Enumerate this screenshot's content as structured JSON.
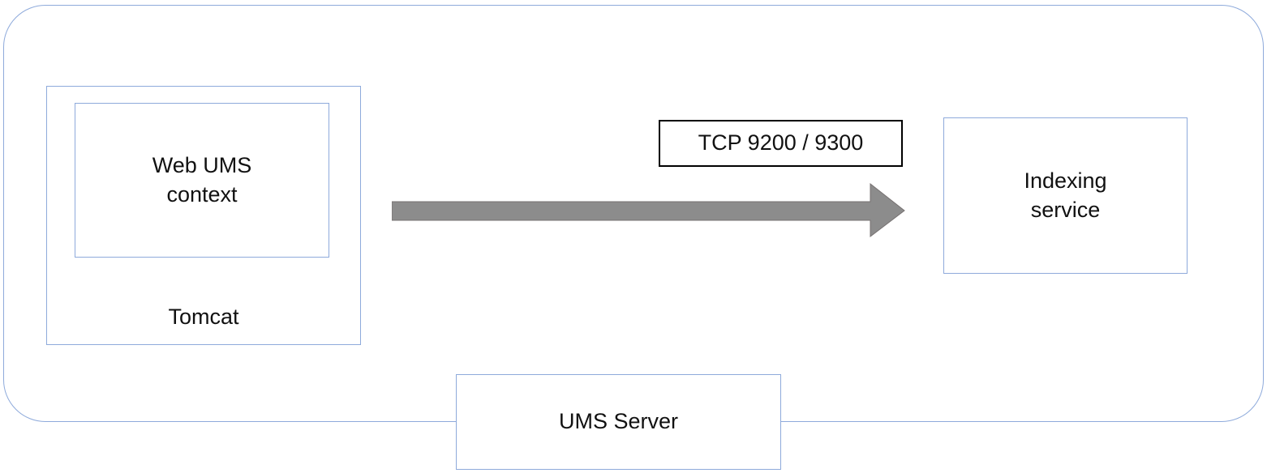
{
  "diagram": {
    "nodes": {
      "web_ums_context": {
        "label": "Web UMS\ncontext"
      },
      "tomcat": {
        "label": "Tomcat"
      },
      "connection_label": {
        "label": "TCP 9200 / 9300"
      },
      "indexing_service": {
        "label": "Indexing\nservice"
      },
      "ums_server": {
        "label": "UMS Server"
      }
    },
    "edges": [
      {
        "from": "tomcat",
        "to": "indexing_service",
        "style": "thick-gray-arrow",
        "direction": "right",
        "label": "TCP 9200 / 9300"
      }
    ]
  },
  "colors": {
    "accent": "#8EAADB",
    "arrow_fill": "#8C8C8C",
    "arrow_stroke": "#767171",
    "label_border": "#000000",
    "text": "#111111",
    "background": "#FFFFFF"
  }
}
